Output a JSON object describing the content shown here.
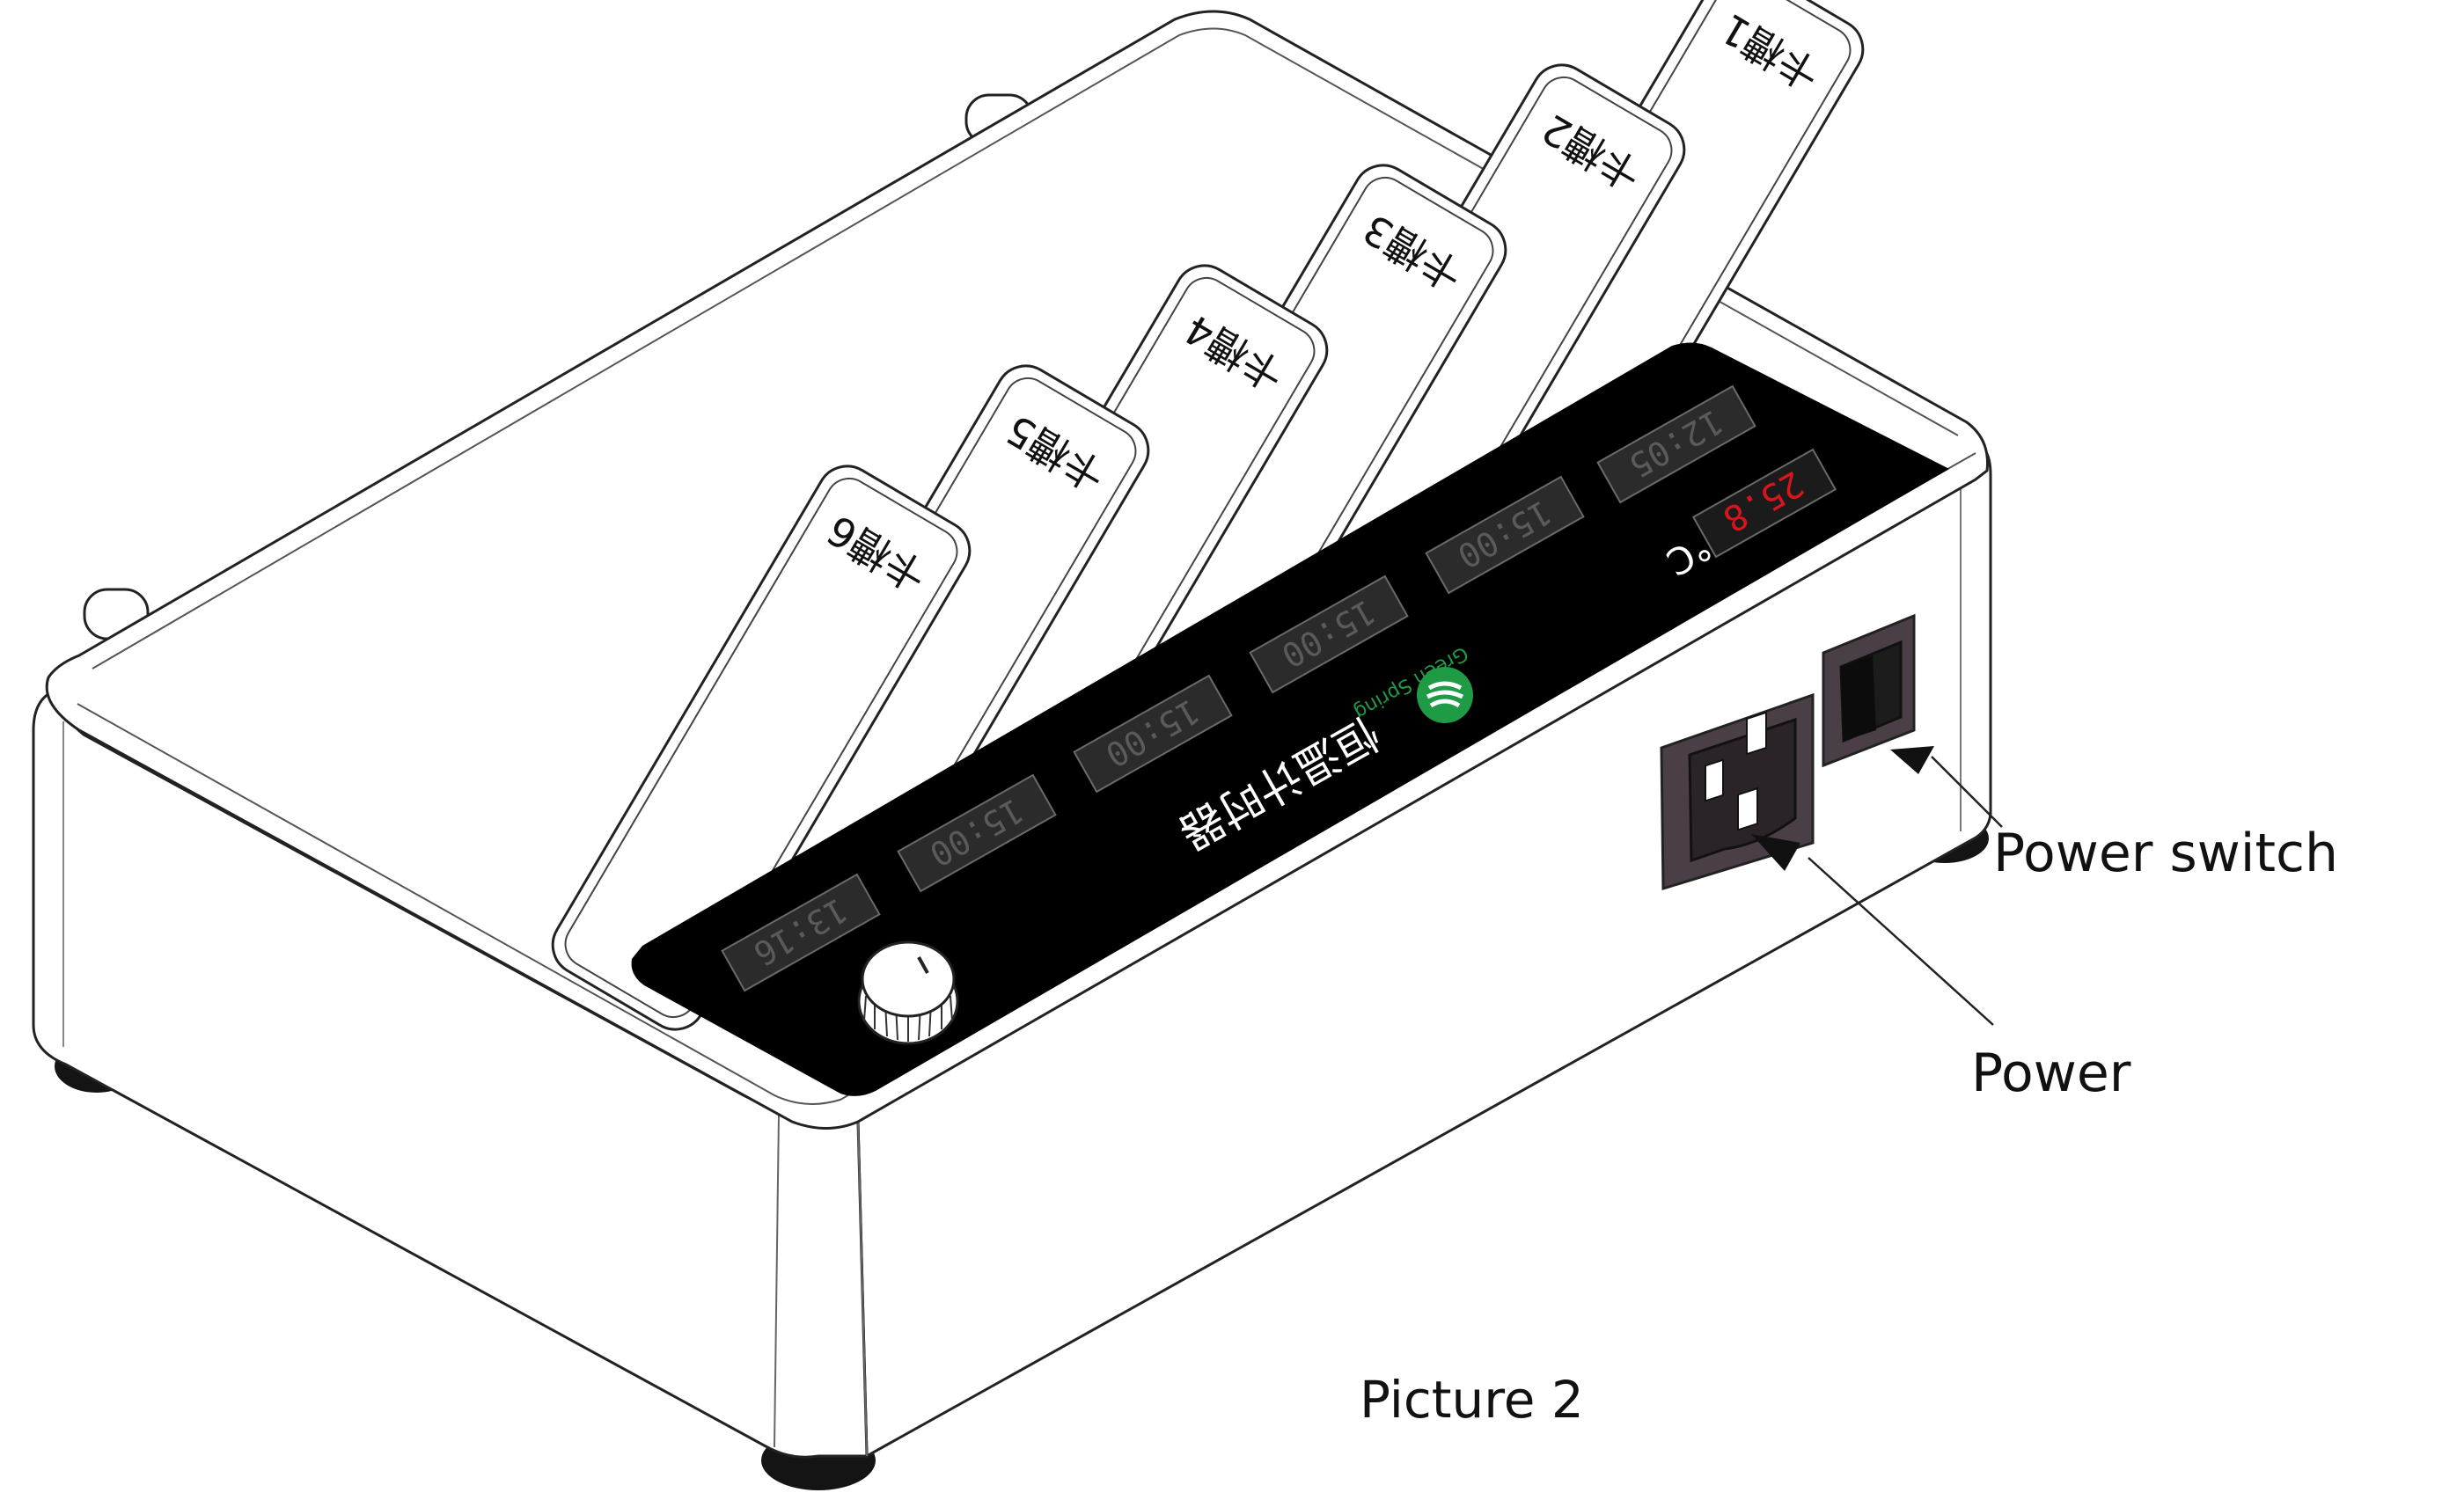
{
  "figure": {
    "caption": "Picture 2",
    "callouts": {
      "power_switch": "Power switch",
      "power": "Power"
    }
  },
  "device": {
    "brand": "Green Spring",
    "name_cn": "恒温计时器",
    "slots": [
      {
        "label": "卡槽1"
      },
      {
        "label": "卡槽2"
      },
      {
        "label": "卡槽3"
      },
      {
        "label": "卡槽4"
      },
      {
        "label": "卡槽5"
      },
      {
        "label": "卡槽6"
      }
    ],
    "timers": [
      "13:16",
      "15:00",
      "15:00",
      "15:00",
      "15:00",
      "12:05"
    ],
    "temperature": "25.8",
    "temperature_unit": "°C"
  },
  "colors": {
    "panel": "#000000",
    "temp_display": "#d8141c",
    "brand_green": "#1f9a45",
    "socket": "#4a3e47",
    "line": "#2a2a2a"
  }
}
